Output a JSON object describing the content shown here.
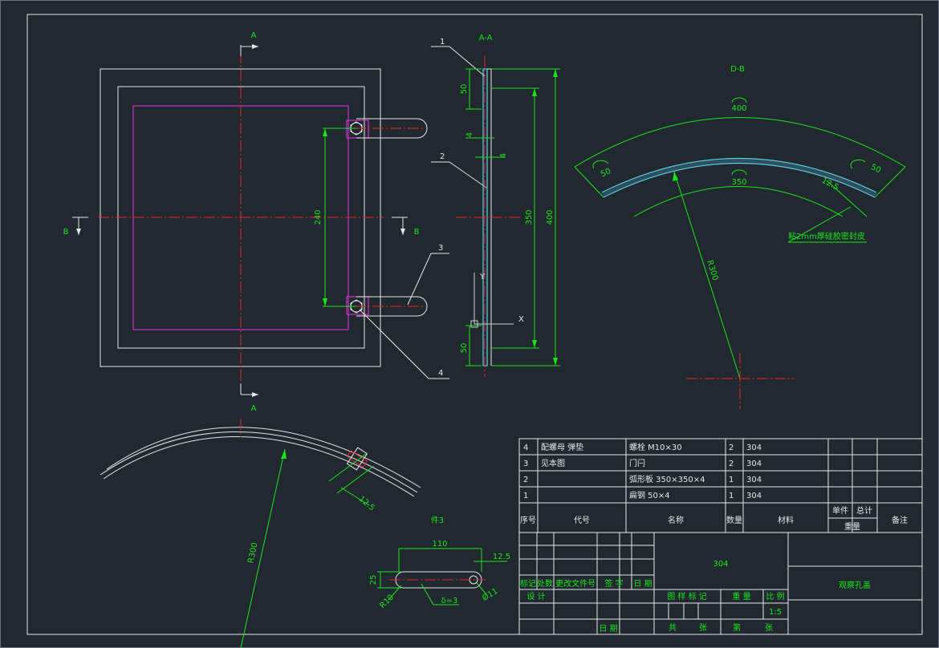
{
  "colors": {
    "background": "#212830",
    "frame": "#e6e6e6",
    "dimension": "#19e619",
    "centerline": "#e62626",
    "inner_frame": "#c832c8",
    "section_fill": "#5cd2e6"
  },
  "section_marks": {
    "a_top": "A",
    "a_bottom": "A",
    "b_left": "B",
    "b_right": "B"
  },
  "view_titles": {
    "section_aa": "A-A",
    "section_bb": "D-B",
    "part3": "件3"
  },
  "balloons": [
    "1",
    "2",
    "3",
    "4"
  ],
  "front_view": {
    "dim_240": "240"
  },
  "section_aa": {
    "dim_50_top": "50",
    "dim_4_a": "4",
    "dim_4_b": "4",
    "dim_350": "350",
    "dim_400": "400",
    "dim_50_bottom": "50",
    "axis_y": "Y",
    "axis_x": "X"
  },
  "section_bb": {
    "dim_400": "400",
    "dim_350": "350",
    "dim_50_left": "50",
    "dim_50_right": "50",
    "dim_12_5": "12.5",
    "dim_r300": "R300",
    "note": "粘2mm厚硅胶密封皮"
  },
  "bottom_view": {
    "dim_12_5": "12.5",
    "dim_r300": "R300"
  },
  "part3": {
    "dim_110": "110",
    "dim_12_5": "12.5",
    "dim_25": "25",
    "dim_r10": "R10",
    "dim_thk": "δ=3",
    "dim_phi11": "Ø11"
  },
  "bom": {
    "rows": [
      {
        "seq": "4",
        "code": "配螺母 弹垫",
        "name": "螺栓 M10×30",
        "qty": "2",
        "material": "304"
      },
      {
        "seq": "3",
        "code": "见本图",
        "name": "门闩",
        "qty": "2",
        "material": "304"
      },
      {
        "seq": "2",
        "code": "",
        "name": "弧形板 350×350×4",
        "qty": "1",
        "material": "304"
      },
      {
        "seq": "1",
        "code": "",
        "name": "扁钢 50×4",
        "qty": "1",
        "material": "304"
      }
    ],
    "header": {
      "seq": "序号",
      "code": "代号",
      "name": "名称",
      "qty": "数量",
      "material": "材料",
      "unit": "单件",
      "total": "总计",
      "weight": "重量",
      "remark": "备注"
    }
  },
  "title_block": {
    "material": "304",
    "drawing_name": "观察孔盖",
    "rev_mark": "标记",
    "rev_count": "处数",
    "rev_doc": "更改文件号",
    "rev_sign": "签 字",
    "rev_date": "日 期",
    "design": "设 计",
    "date": "日 期",
    "stage_mark": "图 样 标 记",
    "weight": "重 量",
    "scale": "比 例",
    "scale_value": "1:5",
    "sheets_total": "共",
    "sheets_unit": "张",
    "sheet_no": "第",
    "sheet_unit": "张"
  }
}
